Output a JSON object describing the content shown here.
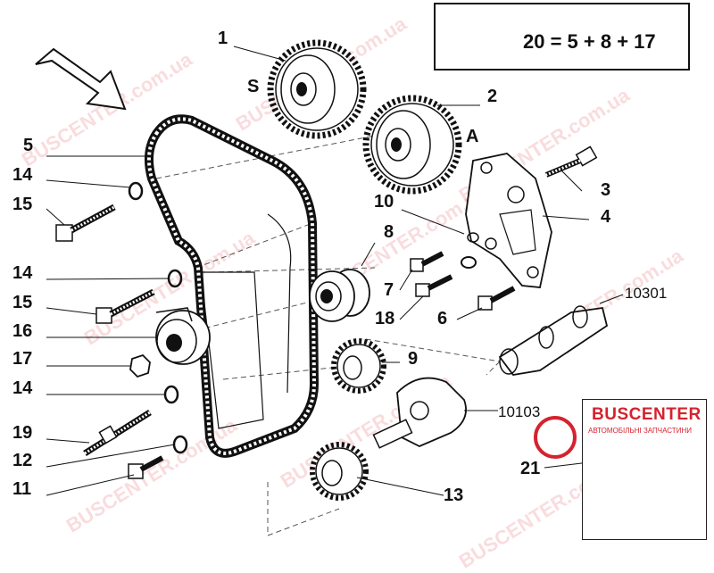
{
  "callouts": {
    "n1": "1",
    "n2": "2",
    "n3": "3",
    "n4": "4",
    "n5": "5",
    "n6": "6",
    "n7": "7",
    "n8": "8",
    "n9": "9",
    "n10": "10",
    "n11": "11",
    "n12": "12",
    "n13": "13",
    "n14a": "14",
    "n14b": "14",
    "n14c": "14",
    "n15a": "15",
    "n15b": "15",
    "n16": "16",
    "n17": "17",
    "n18": "18",
    "n19": "19",
    "n21": "21",
    "n10301": "10301",
    "n10103": "10103"
  },
  "letters": {
    "s": "S",
    "a": "A"
  },
  "kit_box": {
    "formula": "20 = 5 + 8 + 17"
  },
  "inset": {
    "brand": "BUSCENTER",
    "subtitle": "АВТОМОБІЛЬНІ ЗАПЧАСТИНИ"
  },
  "watermark": {
    "text": "BUSCENTER.com.ua"
  },
  "icons": [
    "kit-box-icon",
    "bolt-icon",
    "arrow-indicator-icon"
  ]
}
